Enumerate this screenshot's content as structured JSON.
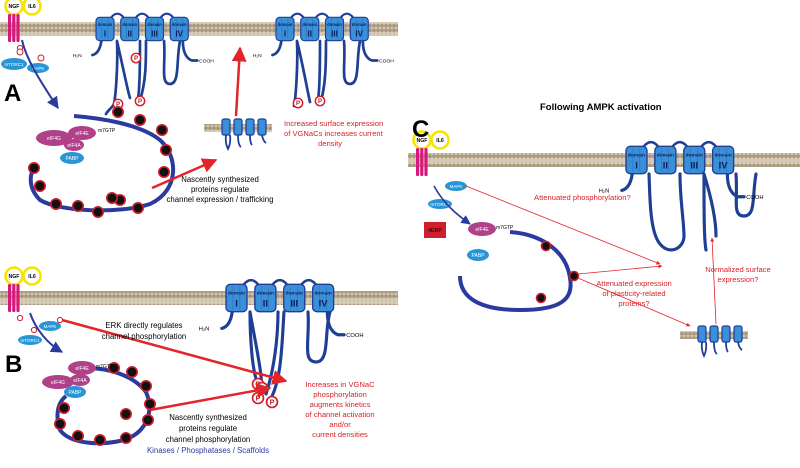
{
  "panels": {
    "a": "A",
    "b": "B",
    "c": "C"
  },
  "panel_c_title": "Following AMPK activation",
  "ligands": {
    "ngf": "NGF",
    "il6": "IL6"
  },
  "kinases": {
    "mtorc1": "mTORC1",
    "mapk": "MAPK"
  },
  "factors": {
    "eif4e": "eIF4E",
    "eif4g": "eIF4G",
    "eif4a": "eIF4A",
    "pabp": "PABP",
    "cap": "m7GTP",
    "fourebp": "4EBP"
  },
  "channel": {
    "domain_word": "domain",
    "domains": [
      "I",
      "II",
      "III",
      "IV"
    ],
    "n_term": "H₂N",
    "c_term": "COOH",
    "phospho": "P"
  },
  "annotations": {
    "a_surface": [
      "Increased surface expression",
      "of VGNaCs increases current",
      "density"
    ],
    "a_nascent": [
      "Nascently synthesized",
      "proteins regulate",
      "channel expression / trafficking"
    ],
    "b_erk": [
      "ERK directly regulates",
      "channel phosphorylation"
    ],
    "b_increase": [
      "Increases in VGNaC",
      "phosphorylation",
      "augments kinetics",
      "of channel activation",
      "and/or",
      "current densities"
    ],
    "b_nascent": [
      "Nascently synthesized",
      "proteins regulate",
      "channel phosphorylation"
    ],
    "b_targets": "Kinases / Phosphatases / Scaffolds",
    "c_phospho": "Attenuated phosphorylation?",
    "c_expression": [
      "Attenuated expression",
      "of plasticity-related",
      "proteins?"
    ],
    "c_surface": [
      "Normalized surface",
      "expression?"
    ]
  },
  "colors": {
    "membrane": "#b3a48c",
    "channel": "#3a8fd9",
    "channel_dark": "#1f3f95",
    "arrow": "#e3242b",
    "ngf_ring": "#f5e400",
    "receptor": "#d6177b",
    "eif4": "#b0408a",
    "pabp": "#2a95d6",
    "mrna": "#2b3a9e",
    "ribosome": "#d11e2d",
    "text_red": "#d92027",
    "text_blue": "#2b3a9e"
  }
}
